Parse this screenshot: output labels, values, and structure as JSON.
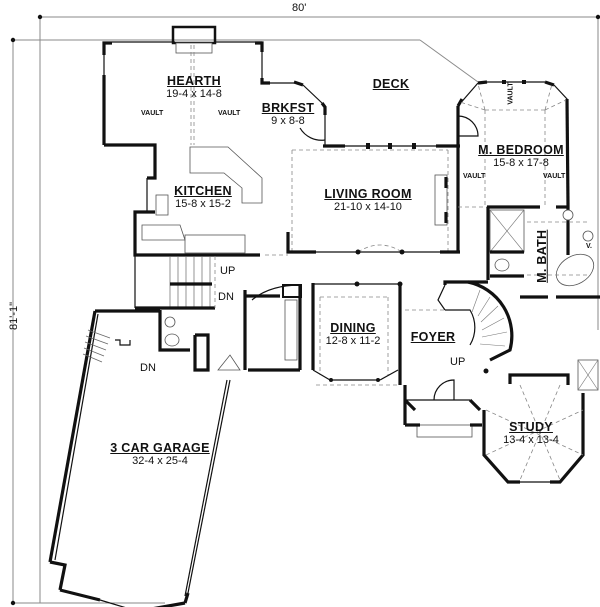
{
  "plan": {
    "overall_width": "80'",
    "overall_depth": "81'-1\""
  },
  "rooms": {
    "hearth": {
      "name": "HEARTH",
      "size": "19-4 x 14-8"
    },
    "brkfst": {
      "name": "BRKFST",
      "size": "9 x 8-8"
    },
    "deck": {
      "name": "DECK"
    },
    "m_bedroom": {
      "name": "M. BEDROOM",
      "size": "15-8 x 17-8"
    },
    "kitchen": {
      "name": "KITCHEN",
      "size": "15-8 x 15-2"
    },
    "living_room": {
      "name": "LIVING ROOM",
      "size": "21-10 x 14-10"
    },
    "m_bath": {
      "name": "M. BATH"
    },
    "dining": {
      "name": "DINING",
      "size": "12-8 x 11-2"
    },
    "foyer": {
      "name": "FOYER"
    },
    "study": {
      "name": "STUDY",
      "size": "13-4 x 13-4"
    },
    "garage": {
      "name": "3 CAR GARAGE",
      "size": "32-4 x 25-4"
    }
  },
  "annotations": {
    "vault": "VAULT",
    "up": "UP",
    "dn": "DN",
    "v": "V."
  },
  "colors": {
    "wall": "#111111",
    "dimension_line": "#8a8a8a",
    "dashed": "#888888"
  }
}
